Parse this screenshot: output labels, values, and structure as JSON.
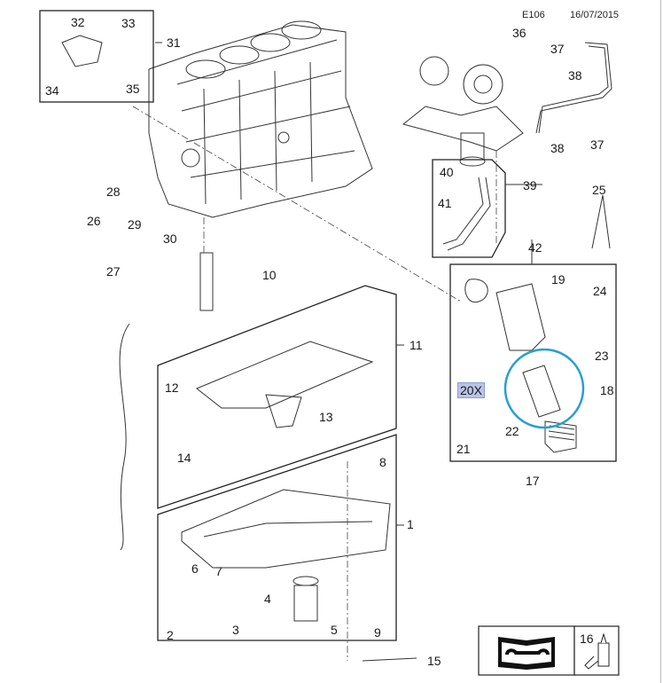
{
  "header": {
    "diagram_code": "E106",
    "date": "16/07/2015"
  },
  "highlight": {
    "part": "20X",
    "circle_color": "#2a9ed0",
    "label_bg": "#b9c3e6"
  },
  "callouts": {
    "c1": "1",
    "c2": "2",
    "c3": "3",
    "c4": "4",
    "c5": "5",
    "c6": "6",
    "c7": "7",
    "c8": "8",
    "c9": "9",
    "c10": "10",
    "c11": "11",
    "c12": "12",
    "c13": "13",
    "c14": "14",
    "c15": "15",
    "c16": "16",
    "c17": "17",
    "c18": "18",
    "c19": "19",
    "c20x": "20X",
    "c21": "21",
    "c22": "22",
    "c23": "23",
    "c24": "24",
    "c25": "25",
    "c26": "26",
    "c27": "27",
    "c28": "28",
    "c29": "29",
    "c30": "30",
    "c31": "31",
    "c32": "32",
    "c33": "33",
    "c34": "34",
    "c35": "35",
    "c36": "36",
    "c37a": "37",
    "c37b": "37",
    "c38a": "38",
    "c38b": "38",
    "c39": "39",
    "c40": "40",
    "c41": "41",
    "c42": "42"
  },
  "legend": {
    "manual_icon": "repair-manual-icon",
    "sealant_icon": "sealant-tube-icon"
  }
}
